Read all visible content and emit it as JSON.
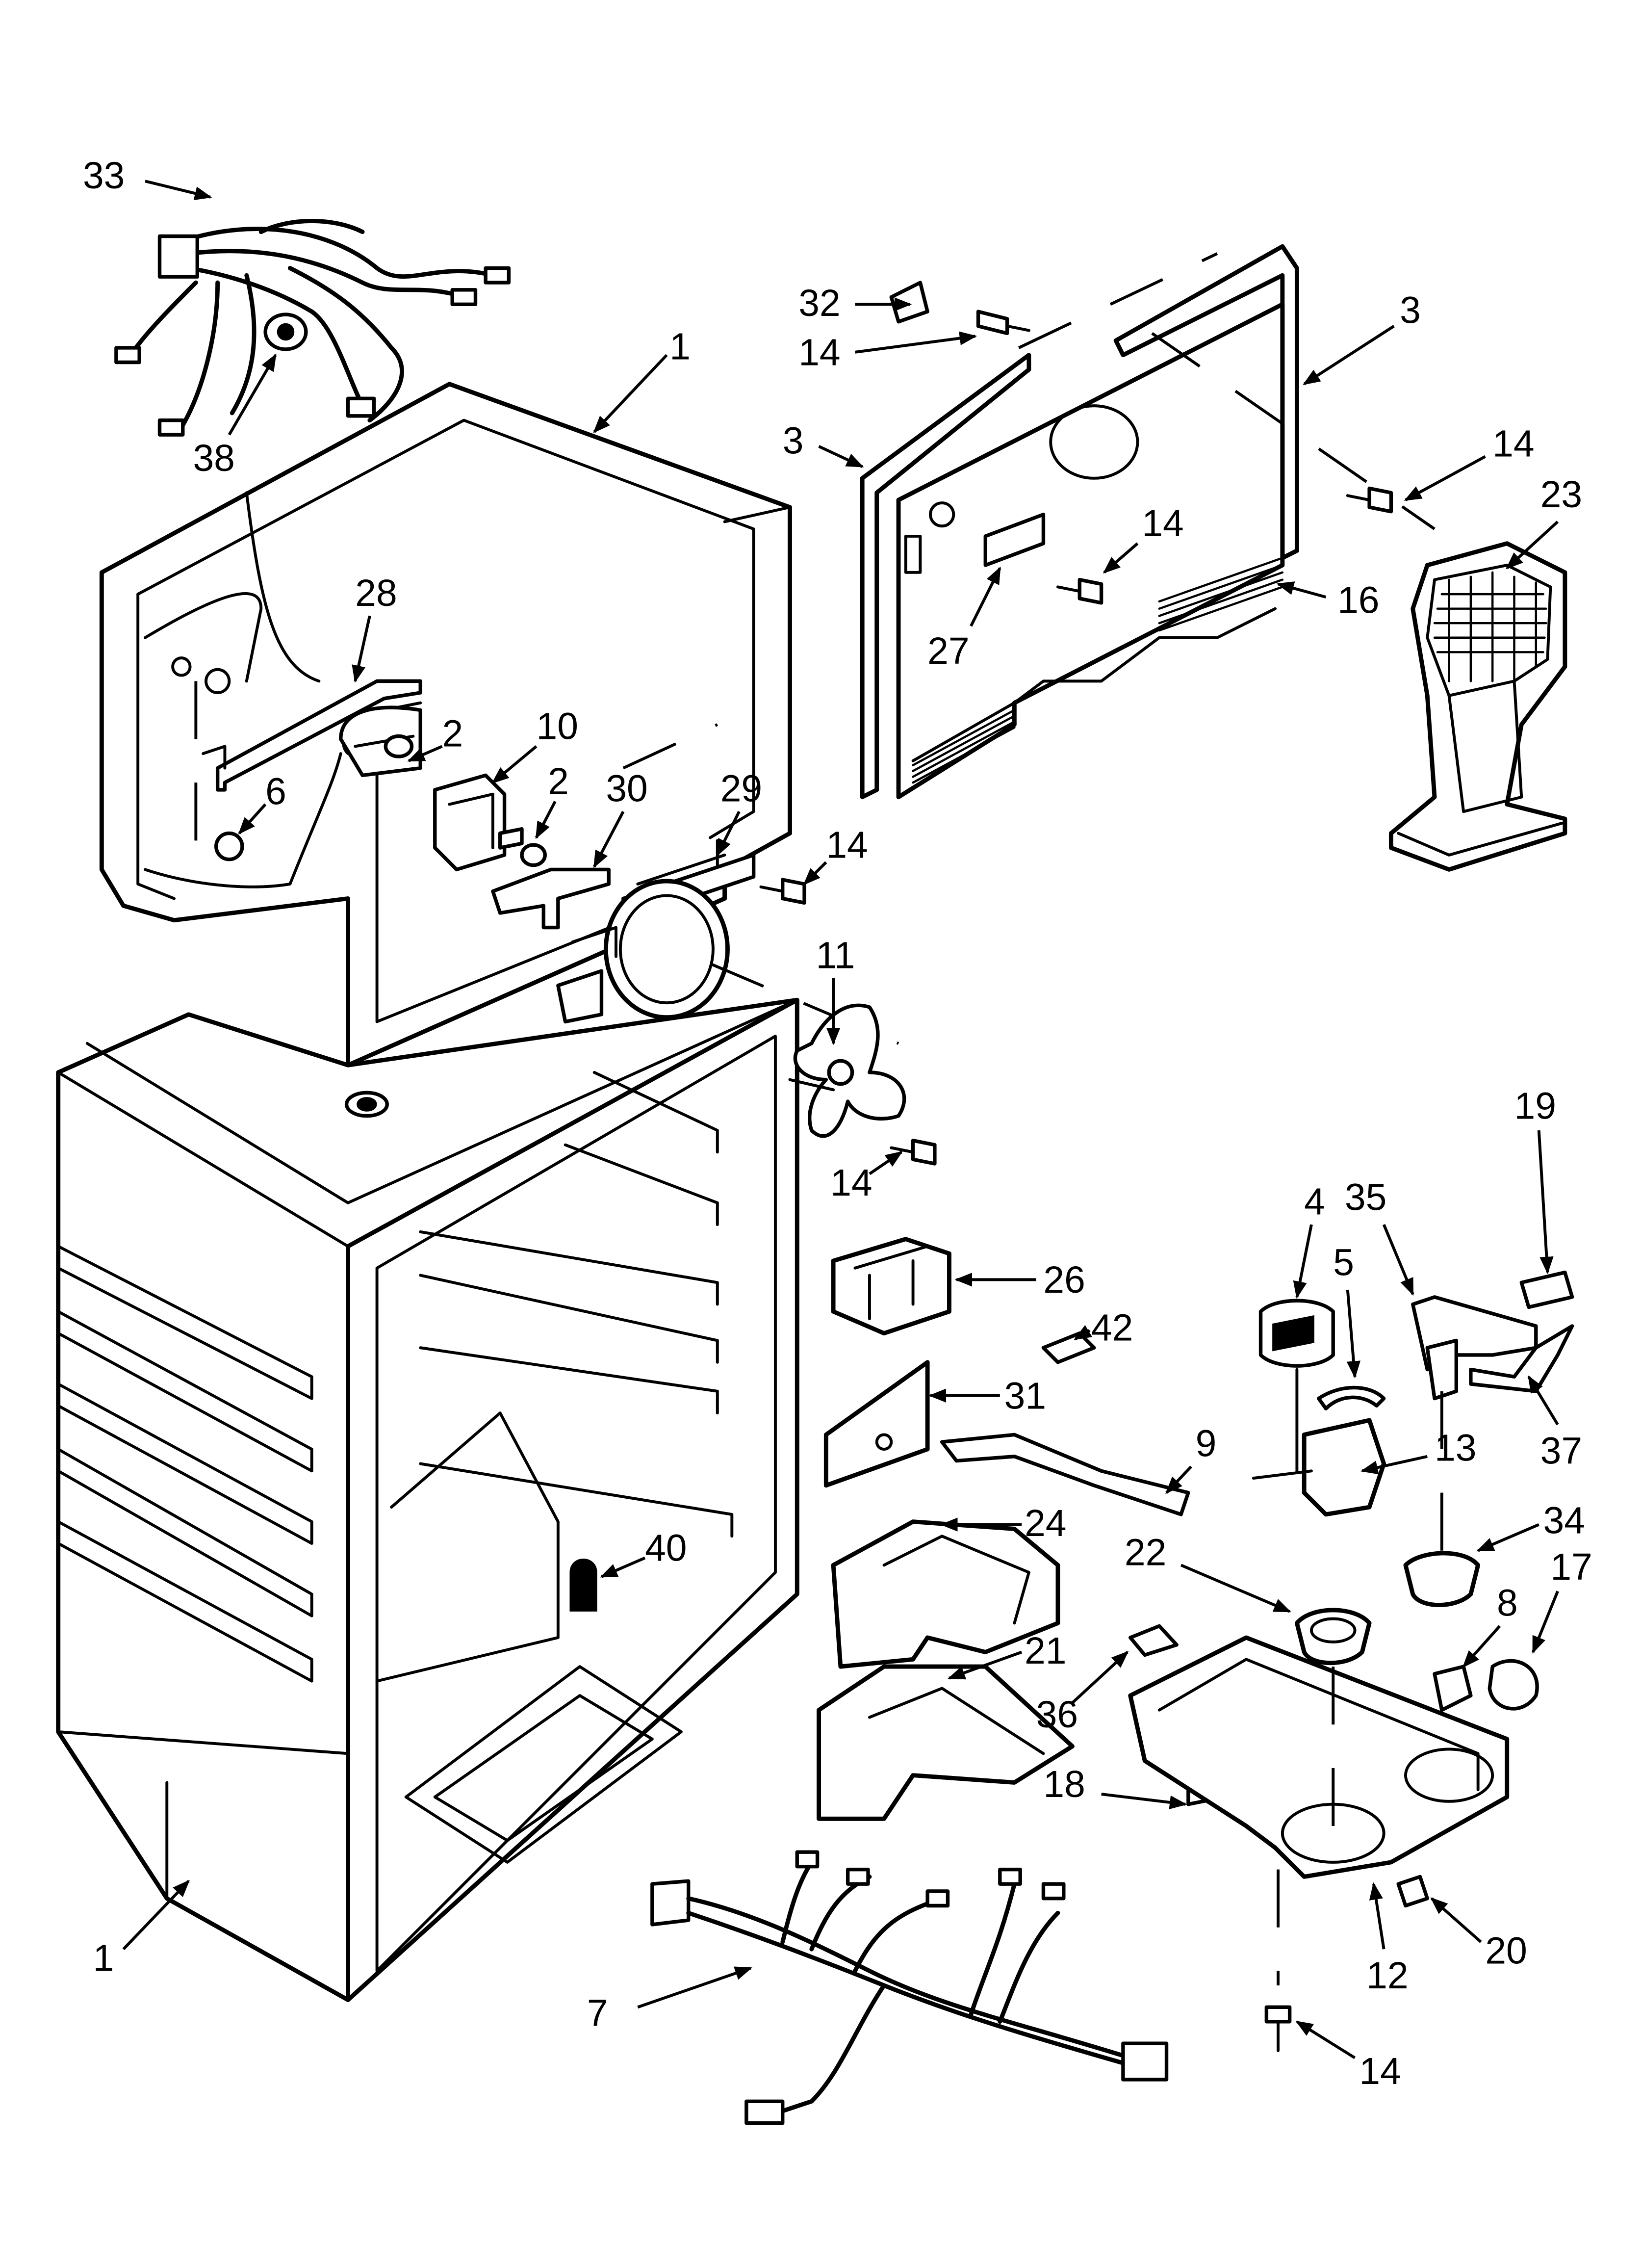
{
  "callouts": [
    {
      "id": "c33a",
      "text": "33"
    },
    {
      "id": "c38",
      "text": "38"
    },
    {
      "id": "c1top",
      "text": "1"
    },
    {
      "id": "c32",
      "text": "32"
    },
    {
      "id": "c14a",
      "text": "14"
    },
    {
      "id": "c3right",
      "text": "3"
    },
    {
      "id": "c3left",
      "text": "3"
    },
    {
      "id": "c14b",
      "text": "14"
    },
    {
      "id": "c23",
      "text": "23"
    },
    {
      "id": "c14c",
      "text": "14"
    },
    {
      "id": "c16",
      "text": "16"
    },
    {
      "id": "c27",
      "text": "27"
    },
    {
      "id": "c28",
      "text": "28"
    },
    {
      "id": "c2a",
      "text": "2"
    },
    {
      "id": "c10",
      "text": "10"
    },
    {
      "id": "c2b",
      "text": "2"
    },
    {
      "id": "c30",
      "text": "30"
    },
    {
      "id": "c29",
      "text": "29"
    },
    {
      "id": "c6",
      "text": "6"
    },
    {
      "id": "c14d",
      "text": "14"
    },
    {
      "id": "c11",
      "text": "11"
    },
    {
      "id": "c14e",
      "text": "14"
    },
    {
      "id": "c19",
      "text": "19"
    },
    {
      "id": "c4",
      "text": "4"
    },
    {
      "id": "c35",
      "text": "35"
    },
    {
      "id": "c5",
      "text": "5"
    },
    {
      "id": "c26",
      "text": "26"
    },
    {
      "id": "c42",
      "text": "42"
    },
    {
      "id": "c31",
      "text": "31"
    },
    {
      "id": "c9",
      "text": "9"
    },
    {
      "id": "c13",
      "text": "13"
    },
    {
      "id": "c37",
      "text": "37"
    },
    {
      "id": "c24",
      "text": "24"
    },
    {
      "id": "c34",
      "text": "34"
    },
    {
      "id": "c22",
      "text": "22"
    },
    {
      "id": "c17",
      "text": "17"
    },
    {
      "id": "c40",
      "text": "40"
    },
    {
      "id": "c8",
      "text": "8"
    },
    {
      "id": "c21",
      "text": "21"
    },
    {
      "id": "c36",
      "text": "36"
    },
    {
      "id": "c18",
      "text": "18"
    },
    {
      "id": "c1bottom",
      "text": "1"
    },
    {
      "id": "c20",
      "text": "20"
    },
    {
      "id": "c12",
      "text": "12"
    },
    {
      "id": "c7",
      "text": "7"
    },
    {
      "id": "c14f",
      "text": "14"
    }
  ]
}
